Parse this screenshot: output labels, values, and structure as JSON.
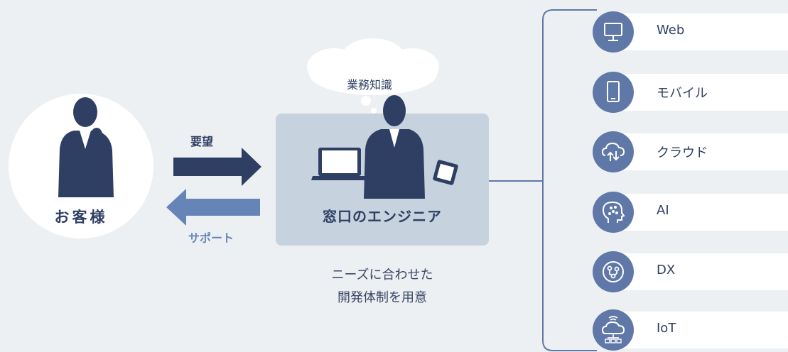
{
  "customer": {
    "label": "お客様"
  },
  "request": {
    "label": "要望"
  },
  "support": {
    "label": "サポート"
  },
  "engineer": {
    "label": "窓口のエンジニア",
    "thought": "業務知識"
  },
  "needs": {
    "line1": "ニーズに合わせた",
    "line2": "開発体制を用意"
  },
  "services": [
    {
      "label": "Web",
      "icon": "monitor-icon"
    },
    {
      "label": "モバイル",
      "icon": "smartphone-icon"
    },
    {
      "label": "クラウド",
      "icon": "cloud-sync-icon"
    },
    {
      "label": "AI",
      "icon": "brain-icon"
    },
    {
      "label": "DX",
      "icon": "circuit-icon"
    },
    {
      "label": "IoT",
      "icon": "iot-cloud-icon"
    }
  ],
  "colors": {
    "background": "#edf0f2",
    "navy": "#2f3f63",
    "support_blue": "#6585b9",
    "engineer_box": "#c7d2df",
    "service_icon": "#5f78a8",
    "bracket_line": "#5f78a8"
  }
}
